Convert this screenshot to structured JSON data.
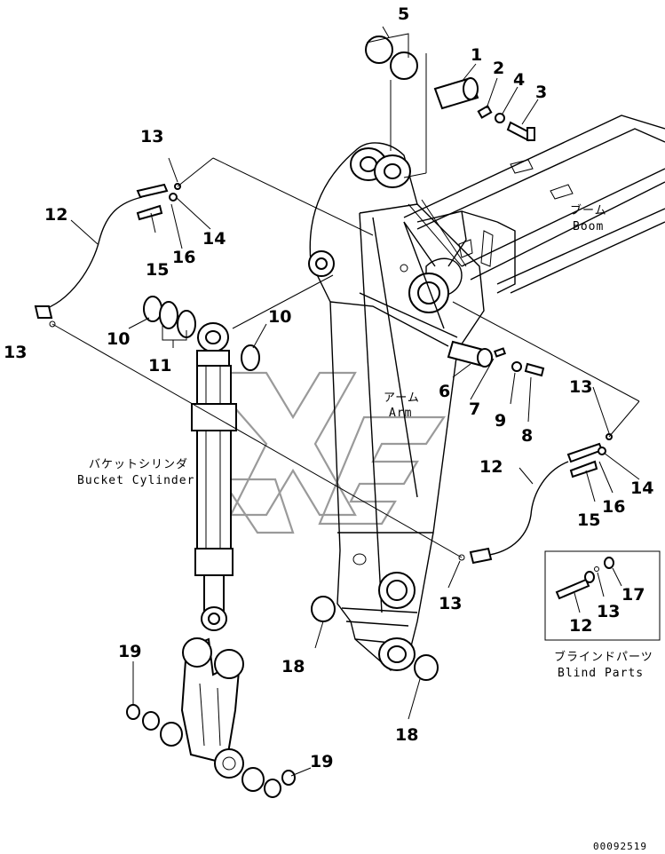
{
  "labels": {
    "boom_jp": "ブーム",
    "boom_en": "Boom",
    "arm_jp": "アーム",
    "arm_en": "Arm",
    "bucket_cylinder_jp": "バケットシリンダ",
    "bucket_cylinder_en": "Bucket Cylinder",
    "blind_parts_jp": "ブラインドパーツ",
    "blind_parts_en": "Blind Parts",
    "doc_number": "00092519"
  },
  "callouts": {
    "c1": "1",
    "c2": "2",
    "c3": "3",
    "c4": "4",
    "c5": "5",
    "c6": "6",
    "c7": "7",
    "c8": "8",
    "c9": "9",
    "c10a": "10",
    "c10b": "10",
    "c11": "11",
    "c12a": "12",
    "c12b": "12",
    "c12c": "12",
    "c13a": "13",
    "c13b": "13",
    "c13c": "13",
    "c13d": "13",
    "c13e": "13",
    "c14a": "14",
    "c14b": "14",
    "c15a": "15",
    "c15b": "15",
    "c16a": "16",
    "c16b": "16",
    "c17": "17",
    "c18a": "18",
    "c18b": "18",
    "c19a": "19",
    "c19b": "19"
  }
}
